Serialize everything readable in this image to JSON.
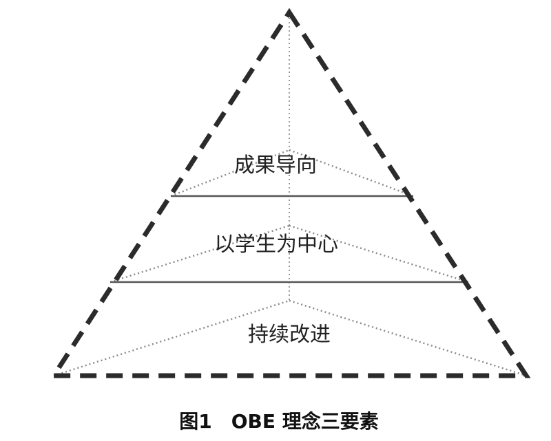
{
  "diagram": {
    "layers": [
      {
        "label": "成果导向"
      },
      {
        "label": "以学生为中心"
      },
      {
        "label": "持续改进"
      }
    ],
    "caption": "图1　OBE 理念三要素"
  },
  "colors": {
    "outline": "#2b2b2b",
    "divider": "#555555",
    "dotted": "#8a8a8a",
    "text": "#222222"
  }
}
